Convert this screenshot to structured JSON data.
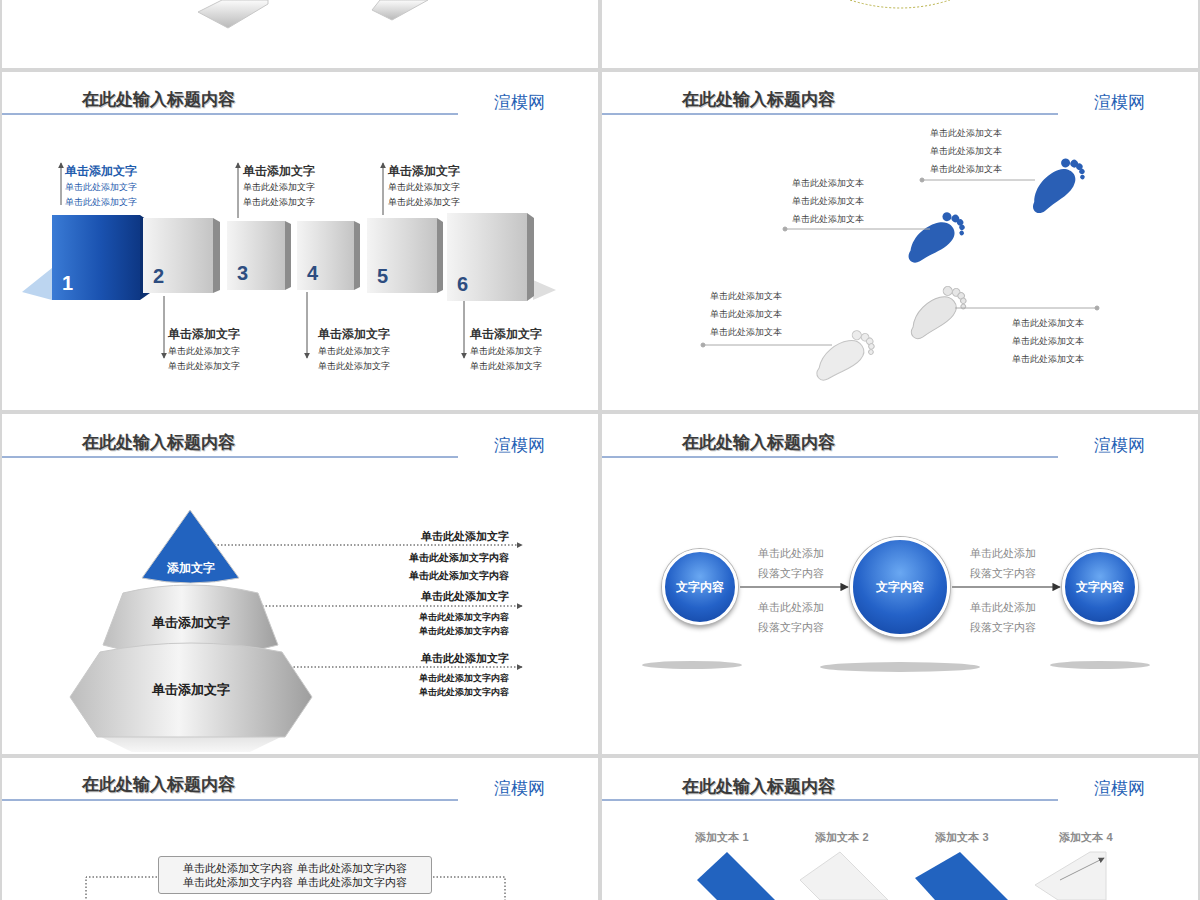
{
  "diagram": {
    "nodes": [
      {
        "text": [
          "1"
        ]
      },
      {
        "text": [
          "2"
        ]
      },
      {
        "text": [
          "3"
        ]
      },
      {
        "text": [
          "4"
        ]
      },
      {
        "text": [
          "5"
        ]
      },
      {
        "text": [
          "6"
        ]
      },
      {
        "text": [
          "添加文字"
        ]
      },
      {
        "text": [
          "单击添加文字"
        ]
      },
      {
        "text": [
          "单击添加文字"
        ]
      },
      {
        "text": [
          "文字内容"
        ]
      },
      {
        "text": [
          "文字内容"
        ]
      },
      {
        "text": [
          "文字内容"
        ]
      },
      {
        "text": [
          "单击此处添加文字内容 单击此处添加文字内容 单击此处添加文字内容 单击此处添加文字内容"
        ]
      }
    ],
    "edges": [
      {
        "from": 9,
        "to": 10,
        "arrow": "to"
      },
      {
        "from": 10,
        "to": 11,
        "arrow": "to"
      }
    ],
    "labels": [
      "在此处输入标题内容",
      "渲模网",
      "单击添加文字",
      "单击此处添加文字",
      "单击此处添加文字",
      "单击添加文字",
      "单击此处添加文字",
      "单击此处添加文字",
      "单击添加文字",
      "单击此处添加文字",
      "单击此处添加文字",
      "单击添加文字",
      "单击此处添加文字",
      "单击此处添加文字",
      "单击添加文字",
      "单击此处添加文字",
      "单击此处添加文字",
      "单击添加文字",
      "单击此处添加文字",
      "单击此处添加文字",
      "在此处输入标题内容",
      "渲模网",
      "单击此处添加文本",
      "单击此处添加文本",
      "单击此处添加文本",
      "单击此处添加文本",
      "单击此处添加文本",
      "单击此处添加文本",
      "单击此处添加文本",
      "单击此处添加文本",
      "单击此处添加文本",
      "单击此处添加文本",
      "单击此处添加文本",
      "单击此处添加文本",
      "在此处输入标题内容",
      "渲模网",
      "单击此处添加文字",
      "单击此处添加文字内容",
      "单击此处添加文字内容",
      "单击此处添加文字",
      "单击此处添加文字内容",
      "单击此处添加文字内容",
      "单击此处添加文字",
      "单击此处添加文字内容",
      "单击此处添加文字内容",
      "在此处输入标题内容",
      "渲模网",
      "单击此处添加 段落文字内容",
      "单击此处添加 段落文字内容",
      "单击此处添加 段落文字内容",
      "单击此处添加 段落文字内容",
      "在此处输入标题内容",
      "渲模网",
      "在此处输入标题内容",
      "渲模网",
      "添加文本 1",
      "添加文本 2",
      "添加文本 3",
      "添加文本 4"
    ]
  }
}
